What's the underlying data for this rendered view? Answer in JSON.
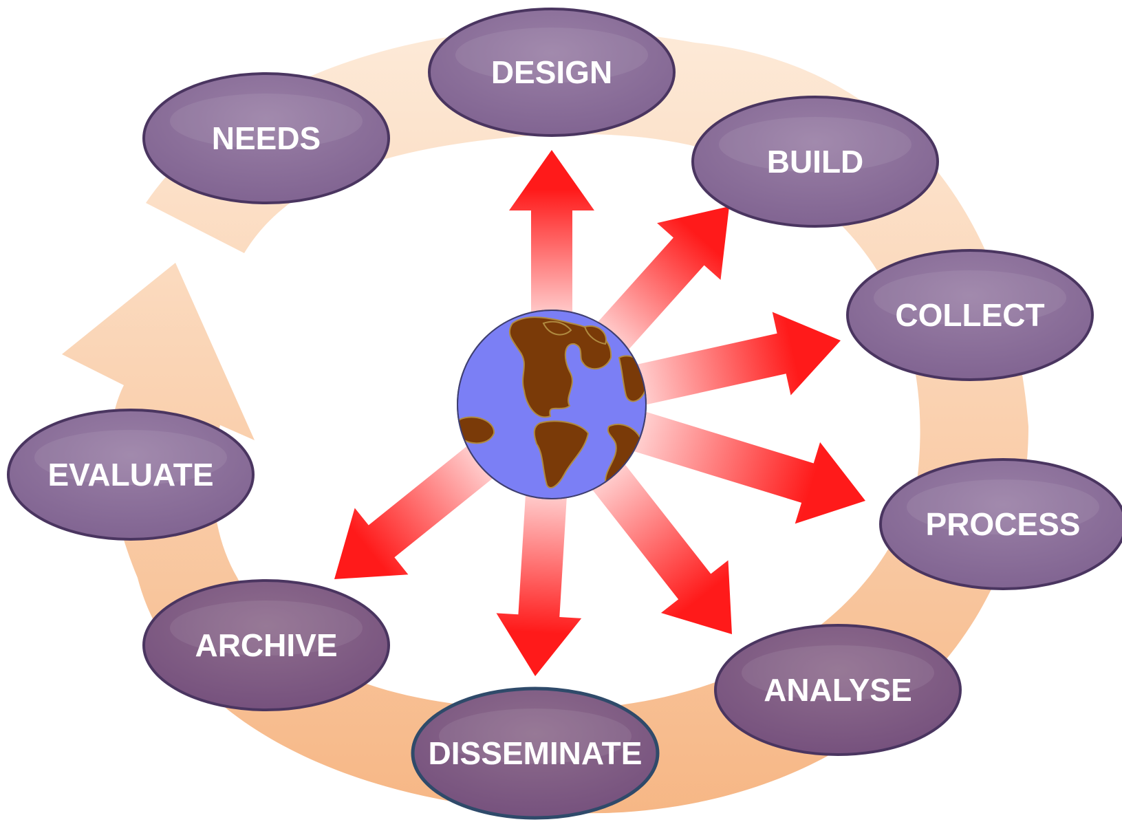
{
  "diagram": {
    "stages": [
      {
        "id": "design",
        "label": "DESIGN"
      },
      {
        "id": "build",
        "label": "BUILD"
      },
      {
        "id": "collect",
        "label": "COLLECT"
      },
      {
        "id": "process",
        "label": "PROCESS"
      },
      {
        "id": "analyse",
        "label": "ANALYSE"
      },
      {
        "id": "disseminate",
        "label": "DISSEMINATE"
      },
      {
        "id": "archive",
        "label": "ARCHIVE"
      },
      {
        "id": "evaluate",
        "label": "EVALUATE"
      },
      {
        "id": "needs",
        "label": "NEEDS"
      }
    ],
    "center": {
      "icon": "globe-icon"
    },
    "colors": {
      "ellipse_fill": "#8d6f97",
      "ellipse_stroke": "#4a3560",
      "label": "#ffffff",
      "arrow_solid": "#ff1a1a",
      "arrow_faded": "#ffe2e2",
      "cycle_band_light": "#fde7d2",
      "cycle_band_dark": "#f6b684",
      "globe_ocean": "#7b7ff5",
      "globe_land": "#7a3a08"
    }
  }
}
